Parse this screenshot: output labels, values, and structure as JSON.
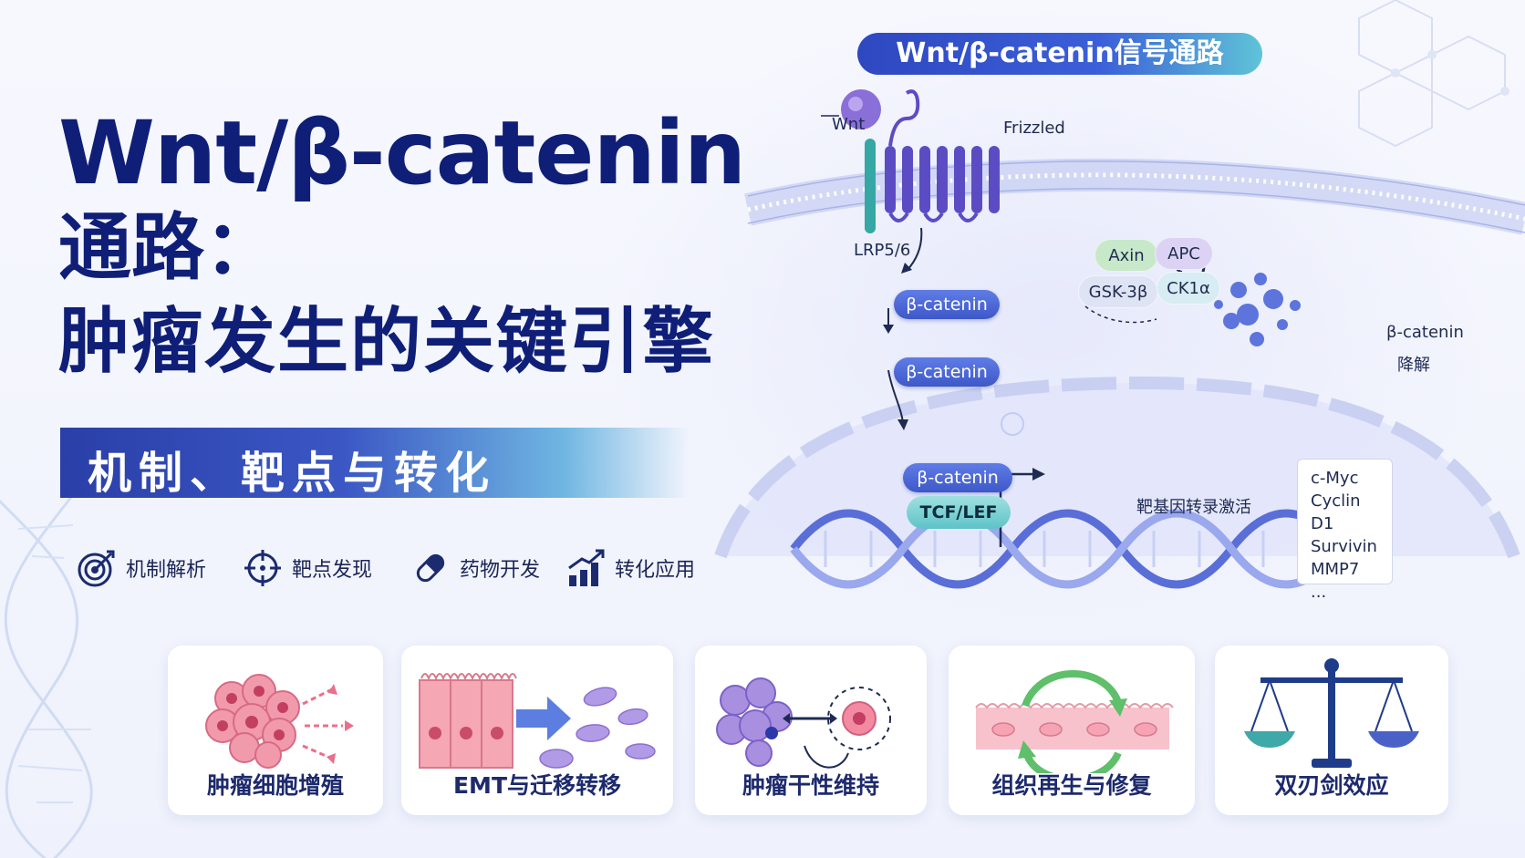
{
  "title": {
    "line1": "Wnt/β-catenin",
    "line2": "通路：",
    "line3": "肿瘤发生的关键引擎",
    "subtitle": "机制、靶点与转化"
  },
  "features": [
    {
      "label": "机制解析",
      "icon": "target-icon"
    },
    {
      "label": "靶点发现",
      "icon": "crosshair-icon"
    },
    {
      "label": "药物开发",
      "icon": "pill-icon"
    },
    {
      "label": "转化应用",
      "icon": "growth-chart-icon"
    }
  ],
  "pathway": {
    "header": "Wnt/β-catenin信号通路",
    "wnt": "Wnt",
    "frizzled": "Frizzled",
    "lrp": "LRP5/6",
    "beta1": "β-catenin",
    "beta2": "β-catenin",
    "beta3": "β-catenin",
    "tcf": "TCF/LEF",
    "complex": {
      "axin": "Axin",
      "apc": "APC",
      "gsk": "GSK-3β",
      "ck1": "CK1α"
    },
    "degradation_line1": "β-catenin",
    "degradation_line2": "降解",
    "transcription": "靶基因转录激活",
    "target_genes": [
      "c-Myc",
      "Cyclin D1",
      "Survivin",
      "MMP7",
      "..."
    ]
  },
  "cards": [
    {
      "label": "肿瘤细胞增殖",
      "icon": "cell-proliferation-icon"
    },
    {
      "label": "EMT与迁移转移",
      "icon": "emt-migration-icon"
    },
    {
      "label": "肿瘤干性维持",
      "icon": "stemness-icon"
    },
    {
      "label": "组织再生与修复",
      "icon": "tissue-regeneration-icon"
    },
    {
      "label": "双刃剑效应",
      "icon": "balance-scale-icon"
    }
  ],
  "colors": {
    "navy": "#0f1f78",
    "blue": "#3e58c8",
    "teal": "#5ec3c8",
    "purple": "#7a5fd0",
    "pink": "#e8708a"
  }
}
